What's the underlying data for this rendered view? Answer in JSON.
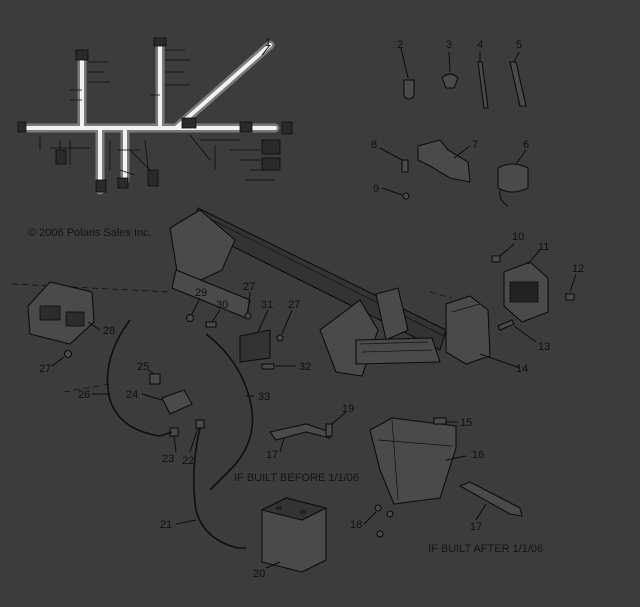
{
  "copyright": "© 2006 Polaris Sales Inc.",
  "notes": {
    "built_before": "IF BUILT BEFORE 1/1/06",
    "built_after": "IF BUILT AFTER 1/1/06"
  },
  "callouts": {
    "c1": "1",
    "c2": "2",
    "c3": "3",
    "c4": "4",
    "c5": "5",
    "c6": "6",
    "c7": "7",
    "c8": "8",
    "c9": "9",
    "c10": "10",
    "c11": "11",
    "c12": "12",
    "c13": "13",
    "c14": "14",
    "c15": "15",
    "c16": "16",
    "c17a": "17",
    "c17b": "17",
    "c18": "18",
    "c19": "19",
    "c20": "20",
    "c21": "21",
    "c22": "22",
    "c23": "23",
    "c24": "24",
    "c25": "25",
    "c26": "26",
    "c27a": "27",
    "c27b": "27",
    "c27c": "27",
    "c28": "28",
    "c29": "29",
    "c30": "30",
    "c31": "31",
    "c32": "32",
    "c33": "33"
  }
}
